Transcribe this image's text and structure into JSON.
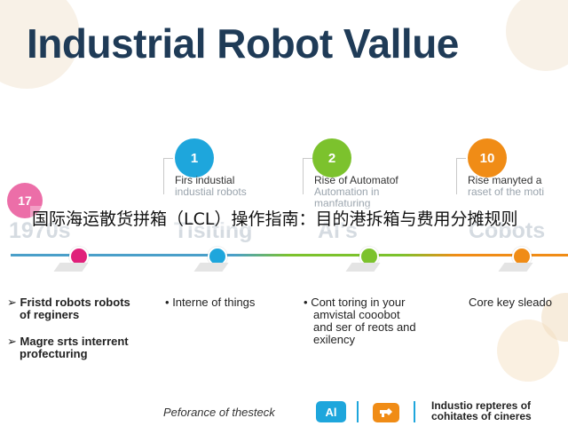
{
  "title": "Industrial Robot Vallue",
  "overlay_caption": "国际海运散货拼箱（LCL）操作指南：目的港拆箱与费用分摊规则",
  "colors": {
    "title": "#1f3b57",
    "blue": "#1ea6dc",
    "green": "#7cc22d",
    "orange": "#f08c16",
    "pink": "#e9559a"
  },
  "badges": [
    {
      "number": "17"
    },
    {
      "number": "1"
    },
    {
      "number": "2"
    },
    {
      "number": "10"
    }
  ],
  "steps": [
    {
      "line1": "Firs industial",
      "line2": "industial robots"
    },
    {
      "line1": "Rise of Automatof",
      "line2": "Automation in",
      "line3": "manfaturing"
    },
    {
      "line1": "Rise manyted a",
      "line2": "raset of the moti"
    }
  ],
  "eras": [
    "1970s",
    "Tisiting",
    "Al's",
    "Cobots"
  ],
  "bullets": [
    {
      "marker": "➢",
      "line1": "Fristd robots robots",
      "line2": "of reginers"
    },
    {
      "marker": "➢",
      "line1": "Magre srts interrent",
      "line2": "profecturing"
    },
    {
      "marker": "•",
      "line1": "Interne of things"
    },
    {
      "marker": "•",
      "line1": "Cont toring in your",
      "line2": "amvistal cooobot",
      "line3": "and ser of reots and",
      "line4": "exilency"
    },
    {
      "marker": "",
      "line1": "Core key sleado"
    }
  ],
  "bottom": {
    "label": "Peforance of thesteck",
    "ai_chip": "Al",
    "tool_icon": "wrench-icon",
    "right_line1": "Industio repteres of",
    "right_line2": "cohitates of cineres"
  }
}
